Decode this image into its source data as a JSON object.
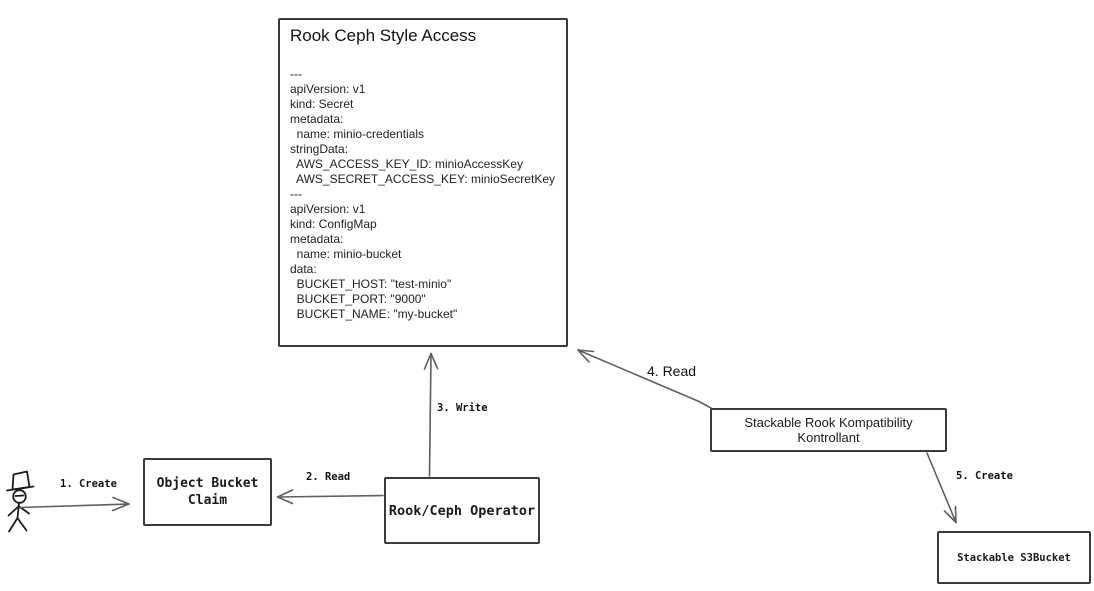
{
  "diagram": {
    "rook_ceph_box": {
      "title": "Rook Ceph Style Access",
      "yaml": [
        "---",
        "apiVersion: v1",
        "kind: Secret",
        "metadata:",
        "  name: minio-credentials",
        "stringData:",
        "  AWS_ACCESS_KEY_ID: minioAccessKey",
        "  AWS_SECRET_ACCESS_KEY: minioSecretKey",
        "---",
        "apiVersion: v1",
        "kind: ConfigMap",
        "metadata:",
        "  name: minio-bucket",
        "data:",
        "  BUCKET_HOST: \"test-minio\"",
        "  BUCKET_PORT: \"9000\"",
        "  BUCKET_NAME: \"my-bucket\""
      ]
    },
    "nodes": {
      "object_bucket_claim": {
        "label": "Object Bucket Claim"
      },
      "rook_ceph_operator": {
        "label": "Rook/Ceph Operator"
      },
      "stackable_kontrollant": {
        "label": "Stackable Rook Kompatibility Kontrollant"
      },
      "stackable_s3bucket": {
        "label": "Stackable S3Bucket"
      }
    },
    "edges": {
      "create_obc": {
        "label": "1. Create"
      },
      "read_obc": {
        "label": "2. Read"
      },
      "write_manifests": {
        "label": "3. Write"
      },
      "read_manifests": {
        "label": "4. Read"
      },
      "create_s3bucket": {
        "label": "5. Create"
      }
    },
    "colors": {
      "background": "#ffffff",
      "box_border": "#3a3a3a",
      "arrow_line": "#5e5e5e",
      "text": "#1a1a1a"
    }
  }
}
